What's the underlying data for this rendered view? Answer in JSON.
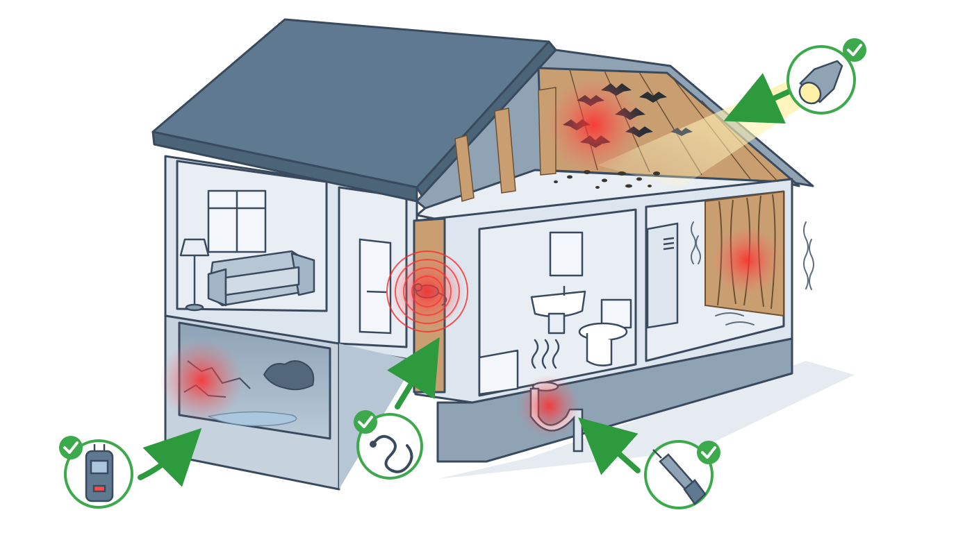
{
  "diagram": {
    "palette": {
      "outline": "#3a4a5e",
      "roof": "#5f7a90",
      "roof_edge": "#4c6477",
      "wall_light": "#dde5ee",
      "wall_mid": "#b7c6d4",
      "wall_dark": "#8fa3b5",
      "floor": "#e9eef4",
      "wood": "#c99f72",
      "wood_dark": "#9c7650",
      "water": "#aac7de",
      "hotspot": "#ff2a2a",
      "check_green": "#3caa4c",
      "arrow_green": "#2e9a3e",
      "light_beam": "#fff1a8"
    },
    "rooms": [
      {
        "name": "living-room",
        "contents": [
          "window",
          "floor-lamp",
          "sofa"
        ]
      },
      {
        "name": "hallway",
        "contents": [
          "door"
        ]
      },
      {
        "name": "wall-cavity",
        "contents": [
          "rat"
        ]
      },
      {
        "name": "bathroom",
        "contents": [
          "mirror",
          "sink",
          "toilet",
          "bathtub"
        ]
      },
      {
        "name": "utility-room",
        "contents": [
          "water-heater",
          "warped-wood-paneling"
        ]
      },
      {
        "name": "basement",
        "contents": [
          "water-stain",
          "mold",
          "puddle"
        ]
      },
      {
        "name": "attic",
        "contents": [
          "bats",
          "droppings",
          "wood-rafters"
        ]
      }
    ],
    "problem_hotspots": [
      {
        "name": "attic-bat-infestation"
      },
      {
        "name": "wall-rodent-activity"
      },
      {
        "name": "basement-mold-damage"
      },
      {
        "name": "warped-paneling-moisture"
      },
      {
        "name": "leaking-drain-pipe"
      }
    ],
    "inspection_tools": [
      {
        "name": "flashlight",
        "icon": "flashlight-icon",
        "checked": true,
        "target": "attic"
      },
      {
        "name": "moisture-meter",
        "icon": "moisture-meter-icon",
        "checked": true,
        "target": "basement"
      },
      {
        "name": "inspection-camera",
        "icon": "snake-camera-icon",
        "checked": true,
        "target": "wall-cavity"
      },
      {
        "name": "pipe-inspection-tool",
        "icon": "probe-icon",
        "checked": true,
        "target": "drain-pipe"
      }
    ]
  }
}
